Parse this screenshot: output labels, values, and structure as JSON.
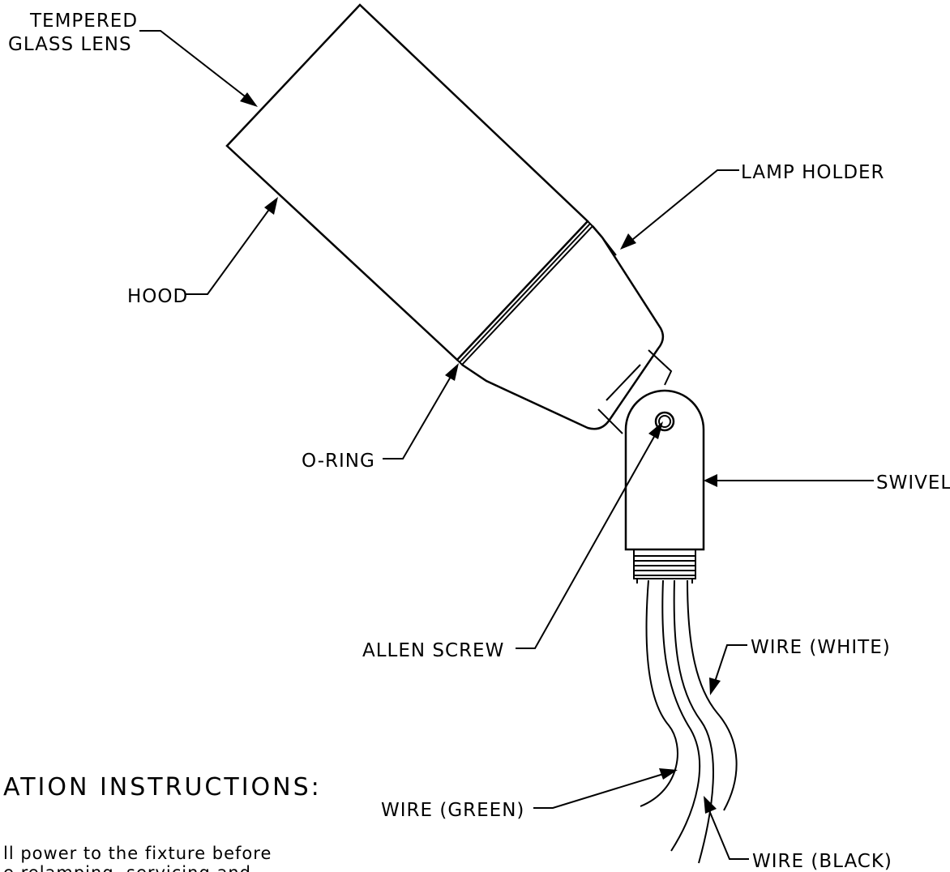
{
  "labels": {
    "tempered_line1": "TEMPERED",
    "tempered_line2": "GLASS LENS",
    "lamp_holder": "LAMP HOLDER",
    "hood": "HOOD",
    "o_ring": "O-RING",
    "swivel": "SWIVEL",
    "allen_screw": "ALLEN SCREW",
    "wire_white": "WIRE (WHITE)",
    "wire_green": "WIRE (GREEN)",
    "wire_black": "WIRE (BLACK)"
  },
  "instructions": {
    "title": "ATION INSTRUCTIONS:",
    "line1": "ll power to the fixture before",
    "line2": "e relamping, servicing and"
  }
}
